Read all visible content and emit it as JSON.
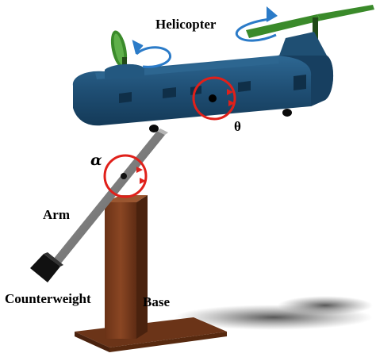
{
  "labels": {
    "helicopter": "Helicopter",
    "theta": "θ",
    "alpha": "α",
    "arm": "Arm",
    "counterweight": "Counterweight",
    "base": "Base"
  },
  "colors": {
    "body": "#1f4f73",
    "rotor": "#3a8a2a",
    "arrow": "#2b7bc8",
    "pivot": "#e0201a",
    "base": "#7a3b1c",
    "arm": "#7b7b7b",
    "weight": "#111111"
  }
}
